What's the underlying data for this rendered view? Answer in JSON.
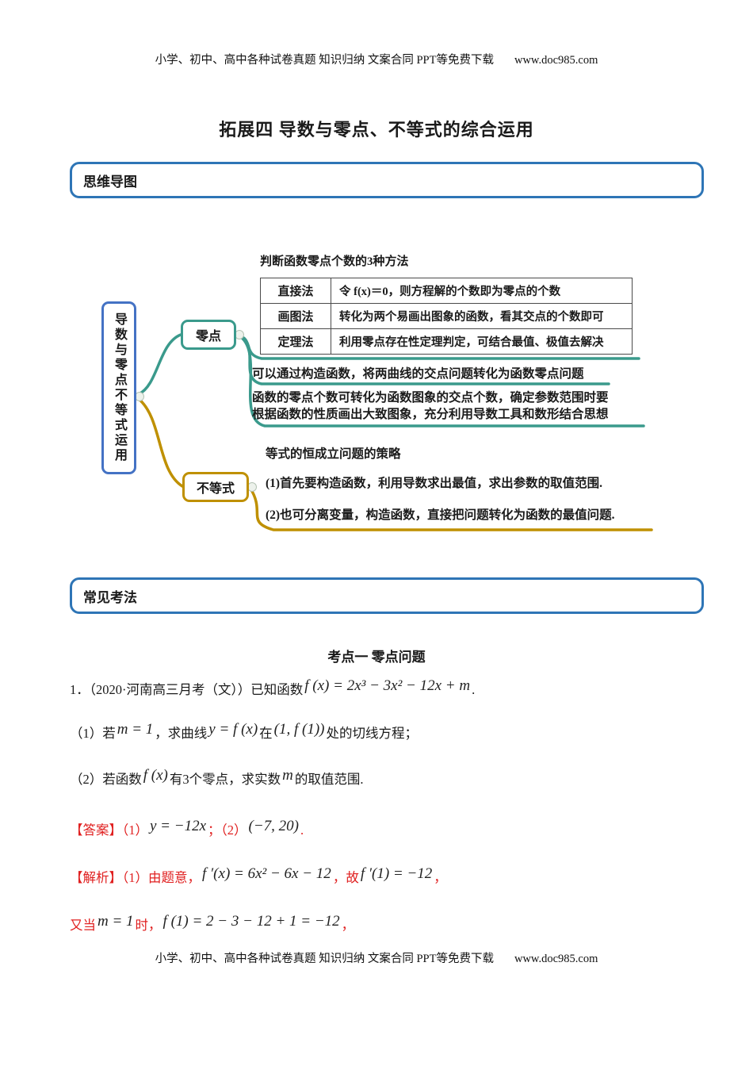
{
  "header": {
    "text": "小学、初中、高中各种试卷真题 知识归纳 文案合同 PPT等免费下载",
    "url": "www.doc985.com"
  },
  "title": "拓展四 导数与零点、不等式的综合运用",
  "sections": {
    "mindmap": "思维导图",
    "methods": "常见考法"
  },
  "mindmap": {
    "root_label": "导数与零点不等式运用",
    "zero": {
      "label": "零点",
      "table_title": "判断函数零点个数的3种方法",
      "table_rows": [
        {
          "method": "直接法",
          "desc": "令 f(x)＝0，则方程解的个数即为零点的个数"
        },
        {
          "method": "画图法",
          "desc": "转化为两个易画出图象的函数，看其交点的个数即可"
        },
        {
          "method": "定理法",
          "desc": "利用零点存在性定理判定，可结合最值、极值去解决"
        }
      ],
      "note1": "可以通过构造函数，将两曲线的交点问题转化为函数零点问题",
      "note2": "函数的零点个数可转化为函数图象的交点个数，确定参数范围时要\n根据函数的性质画出大致图象，充分利用导数工具和数形结合思想"
    },
    "inequality": {
      "label": "不等式",
      "title": "等式的恒成立问题的策略",
      "item1": "(1)首先要构造函数，利用导数求出最值，求出参数的取值范围.",
      "item2": "(2)也可分离变量，构造函数，直接把问题转化为函数的最值问题."
    },
    "colors": {
      "teal": "#3a9a8c",
      "gold": "#bf9000",
      "root_border": "#4472c4"
    }
  },
  "exam_point": {
    "title": "考点一 零点问题"
  },
  "problem": {
    "number": "1．",
    "intro": "（2020·河南高三月考（文））已知函数",
    "formula": "f (x) = 2x³ − 3x² − 12x + m",
    "end": ".",
    "part1": {
      "pre": "（1）若",
      "f_m": "m = 1",
      "mid1": "，求曲线",
      "f_y": "y = f (x)",
      "mid2": "在",
      "f_pt": "(1, f (1))",
      "post": "处的切线方程；"
    },
    "part2": {
      "pre": "（2）若函数",
      "f_fx": "f (x)",
      "mid": "有3个零点，求实数",
      "f_m": "m",
      "post": "的取值范围."
    }
  },
  "answer": {
    "label": "【答案】",
    "p1": "（1）",
    "f1": "y = −12x",
    "sep": "；",
    "p2": "（2）",
    "f2": "(−7, 20)",
    "end": "."
  },
  "solution": {
    "line1": {
      "label": "【解析】",
      "pre": "（1）由题意，",
      "f1": "f ′(x) = 6x² − 6x − 12",
      "mid": "，故",
      "f2": "f ′(1) = −12",
      "end": "，"
    },
    "line2": {
      "pre": "又当",
      "f1": "m = 1",
      "mid": "时，",
      "f2": "f (1) = 2 − 3 − 12 + 1 = −12",
      "end": "，"
    }
  },
  "footer": {
    "text": "小学、初中、高中各种试卷真题 知识归纳 文案合同 PPT等免费下载",
    "url": "www.doc985.com"
  },
  "accent_colors": {
    "box_border": "#2e75b6",
    "red_text": "#e02020"
  }
}
